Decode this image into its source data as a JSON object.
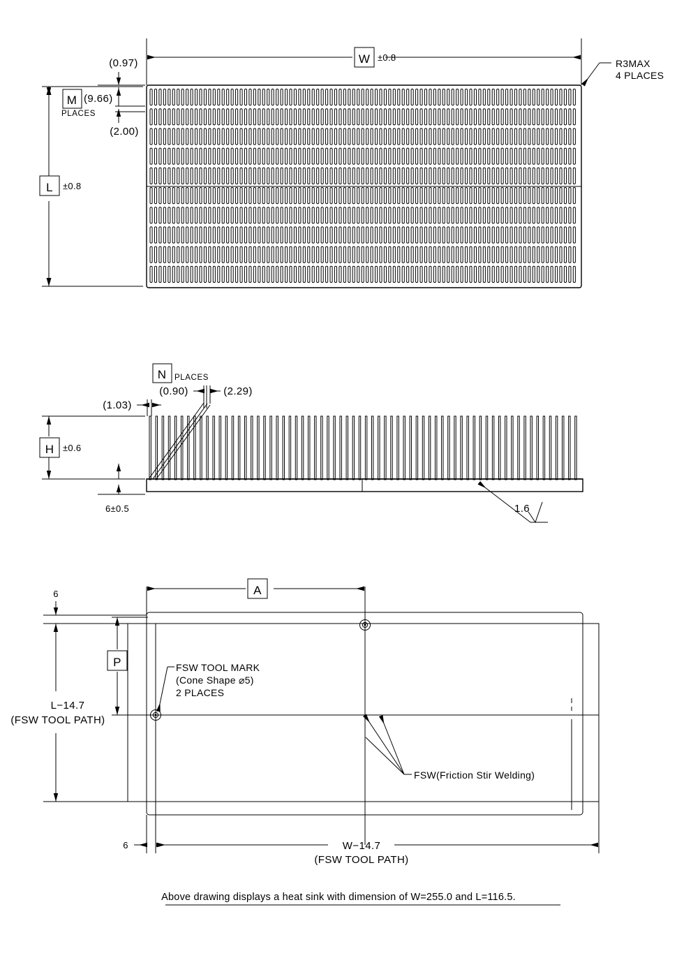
{
  "document": {
    "type": "engineering-drawing",
    "subject": "Heat sink with friction stir welded base",
    "caption": "Above drawing displays a heat sink with dimension of W=255.0 and L=116.5."
  },
  "views": {
    "top": {
      "name": "top-view",
      "dimensions": {
        "width_label": "W",
        "width_tolerance": "±0.8",
        "length_label": "L",
        "length_tolerance": "±0.8",
        "offset_top": "(0.97)",
        "pitch_group": "(9.66)",
        "slot_gap": "(2.00)",
        "places_symbol": "M",
        "places_word": "PLACES"
      },
      "notes": {
        "corner_radius": "R3MAX",
        "corner_radius_places": "4 PLACES"
      }
    },
    "front": {
      "name": "front-view",
      "dimensions": {
        "height_label": "H",
        "height_tolerance": "±0.6",
        "base_thickness": "6±0.5",
        "edge_offset": "(1.03)",
        "fin_thickness": "(0.90)",
        "fin_pitch": "(2.29)",
        "places_symbol": "N",
        "places_word": "PLACES"
      },
      "notes": {
        "surface_finish_value": "1.6"
      }
    },
    "bottom": {
      "name": "bottom-view",
      "dimensions": {
        "a_label": "A",
        "p_label": "P",
        "left_margin": "6",
        "bottom_margin": "6",
        "vertical_path": "L−14.7",
        "vertical_path_note": "(FSW TOOL PATH)",
        "horizontal_path": "W−14.7",
        "horizontal_path_note": "(FSW TOOL PATH)"
      },
      "notes": {
        "tool_mark_line1": "FSW TOOL MARK",
        "tool_mark_line2": "(Cone Shape ⌀5)",
        "tool_mark_line3": "2 PLACES",
        "fsw_label": "FSW(Friction Stir Welding)"
      }
    }
  },
  "style": {
    "ink": "#000000",
    "paper": "#ffffff"
  }
}
